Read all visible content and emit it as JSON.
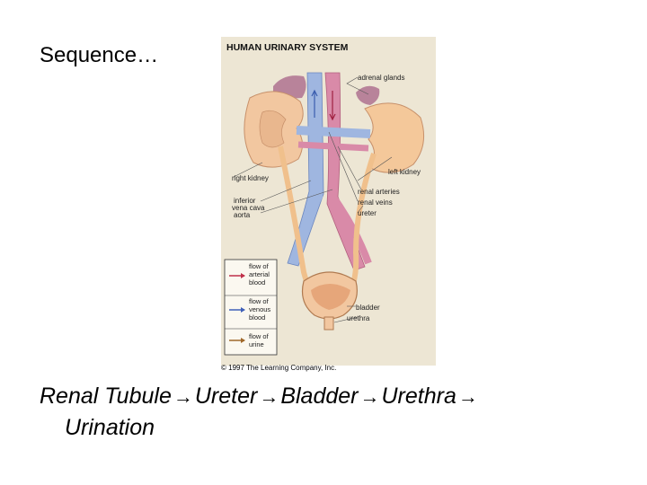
{
  "slide": {
    "title": "Sequence…",
    "sequence": [
      "Renal Tubule",
      "Ureter",
      "Bladder",
      "Urethra",
      "Urination"
    ],
    "arrow_glyph": "→"
  },
  "figure": {
    "heading": "HUMAN URINARY SYSTEM",
    "labels": {
      "adrenal_glands": "adrenal glands",
      "right_kidney": "right kidney",
      "left_kidney": "left kidney",
      "renal_arteries": "renal arteries",
      "inferior": "inferior",
      "vena_cava": "vena cava",
      "aorta": "aorta",
      "renal_veins": "renal veins",
      "ureter": "ureter",
      "bladder": "bladder",
      "urethra": "urethra"
    },
    "legend": [
      {
        "line1": "flow of",
        "line2": "arterial",
        "line3": "blood",
        "color": "#c0304a",
        "icon": "arrow-right-icon"
      },
      {
        "line1": "flow of",
        "line2": "venous",
        "line3": "blood",
        "color": "#4060b8",
        "icon": "arrow-right-icon"
      },
      {
        "line1": "flow of",
        "line2": "urine",
        "color": "#a0682a",
        "icon": "arrow-right-icon"
      }
    ],
    "copyright": "© 1997 The Learning Company, Inc.",
    "colors": {
      "artery": "#d98aa8",
      "vein": "#9fb6e0",
      "kidney_right": "#f2c7a0",
      "kidney_left": "#f4c89a",
      "adrenal": "#b8839a",
      "ureter": "#f0c08c",
      "background": "#ede6d4"
    }
  }
}
